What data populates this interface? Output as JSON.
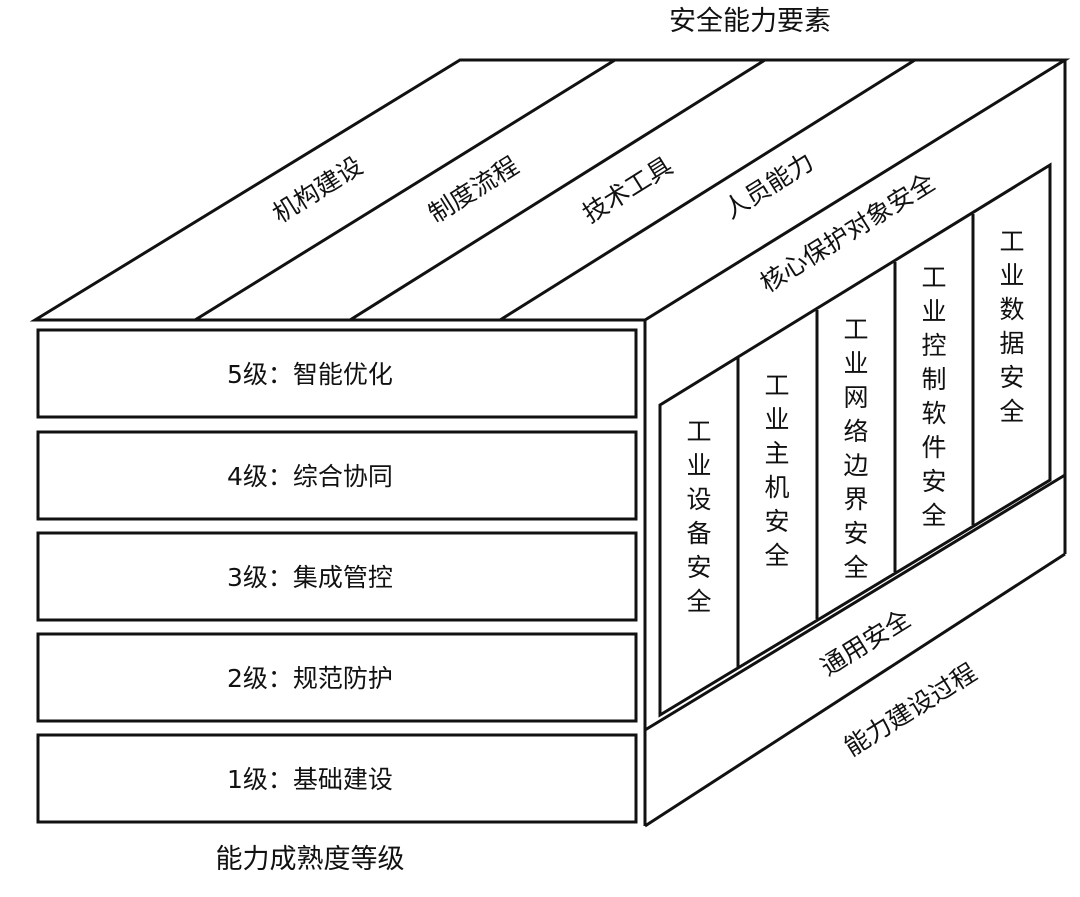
{
  "diagram": {
    "top_caption": "安全能力要素",
    "bottom_caption": "能力成熟度等级",
    "top_face": {
      "elements": [
        "机构建设",
        "制度流程",
        "技术工具",
        "人员能力"
      ]
    },
    "front_face": {
      "levels": [
        "5级：智能优化",
        "4级：综合协同",
        "3级：集成管控",
        "2级：规范防护",
        "1级：基础建设"
      ]
    },
    "side_face": {
      "core_label": "核心保护对象安全",
      "core_columns": [
        "工业设备安全",
        "工业主机安全",
        "工业网络边界安全",
        "工业控制软件安全",
        "工业数据安全"
      ],
      "general_label": "通用安全",
      "process_label": "能力建设过程"
    }
  }
}
